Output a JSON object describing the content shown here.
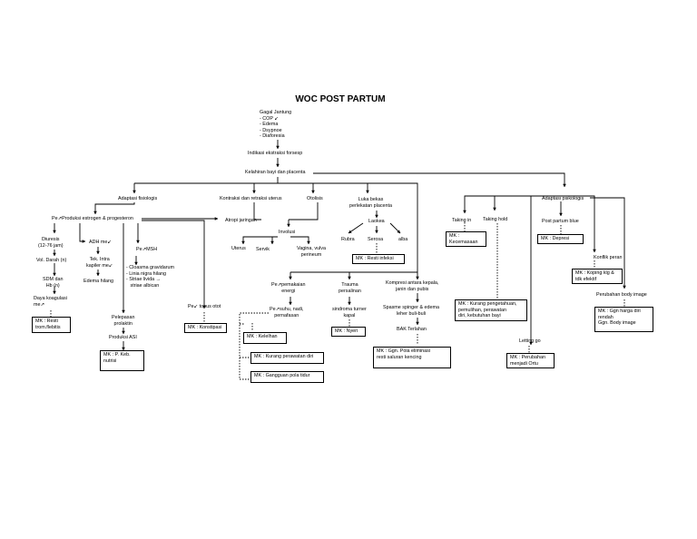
{
  "title": "WOC POST PARTUM",
  "nodes": {
    "gagal_jantung": "Gagal Jantung\n- COP ↙\n- Edema\n- Dsypnoe\n- Diaforesia",
    "indikasi": "Indikasi ekstraksi forsesp",
    "kelahiran": "Kelahiran bayi dan placenta",
    "adaptasi_fisiologis": "Adaptasi fisiologis",
    "kontraksi": "Kontraksi dan retraksi uterus",
    "otolisis": "Otolisis",
    "luka": "Luka bekas\nperlekatan placenta",
    "adaptasi_psikologis": "Adaptasi psikologis",
    "produksi": "Pe↗Produksi estrogen & progesteron",
    "atropi": "Atropi jaringan",
    "involusi": "Involusi",
    "uterus": "Uterus",
    "servik": "Servik",
    "vagina": "Vagina, vulva\nperineum",
    "laokea": "Laokea",
    "rubra": "Rubra",
    "serosa": "Serosa",
    "alba": "alba",
    "diuresis": "Diuresis\n(12-76 jam)",
    "adh": "ADH me↙",
    "msh": "Pe↗MSH",
    "vol_darah": "Vol. Darah (n)",
    "tek_intra": "Tek. Intra\nkapiler me↙",
    "sdm": "SDM dan\nHb (n)",
    "edema_hilang": "Edema hilang",
    "cloasma": "- Cloasma gravidarum\n- Linia nigra hilang\n- Striae livida →\n   striae albican",
    "daya": "Daya koagulasi\nme↗",
    "tonus": "Pe↙ tonus otot",
    "pelepasan": "Pelepasan\nprolaktin",
    "asi": "Produksi ASI",
    "taking_in": "Taking in",
    "taking_hold": "Taking hold",
    "blue": "Post partum blue",
    "konflik": "Konflik peran",
    "body_image": "Perubahan body image",
    "letting_go": "Letting go",
    "pemakaian": "Pe↗pemakaian\nenergi",
    "suhu": "Pe↗suhu, nadi,\npernafasan",
    "trauma": "Trauma\npersalinan",
    "sindroma": "sindroma turner\nkapal",
    "kompresi": "Kompresi antara kepala,\njanin dan pubis",
    "spasme": "Spasme spinger & edema\nleher buli-buli",
    "bak": "BAK Terlahan"
  },
  "mk_boxes": {
    "resti_infeksi": "MK : Resti infeksi",
    "kecemasan": "MK :\nKecemasaan",
    "depresi": "MK : Depresi",
    "koping": "MK : Koping klg &\ntdk efektif",
    "harga_diri": "MK : Ggn harga diri\nrendah\nGgn. Body image",
    "kurang_pengetahuan": "MK : Kurang pengetahuan,\npemulihan, perawatan\ndiri, kebutuhan bayi",
    "perubahan_ortu": "MK : Perubahan\nmenjadi Ortu",
    "resti_trombo": "MK : Resti\ntrom.flebitis",
    "konstipasi": "MK : Konstipasi",
    "nutrisi": "MK : P. Keb.\nnutrisi",
    "kelelahan": "MK : Kelelhan",
    "perawatan_diri": "MK : Kurang perawatan diri",
    "pola_tidur": "MK : Gangguan pola tidur",
    "nyeri": "MK : Nyeri",
    "eliminasi": "MK : Ggn. Pola eliminasi\nresti saluran kencing"
  }
}
